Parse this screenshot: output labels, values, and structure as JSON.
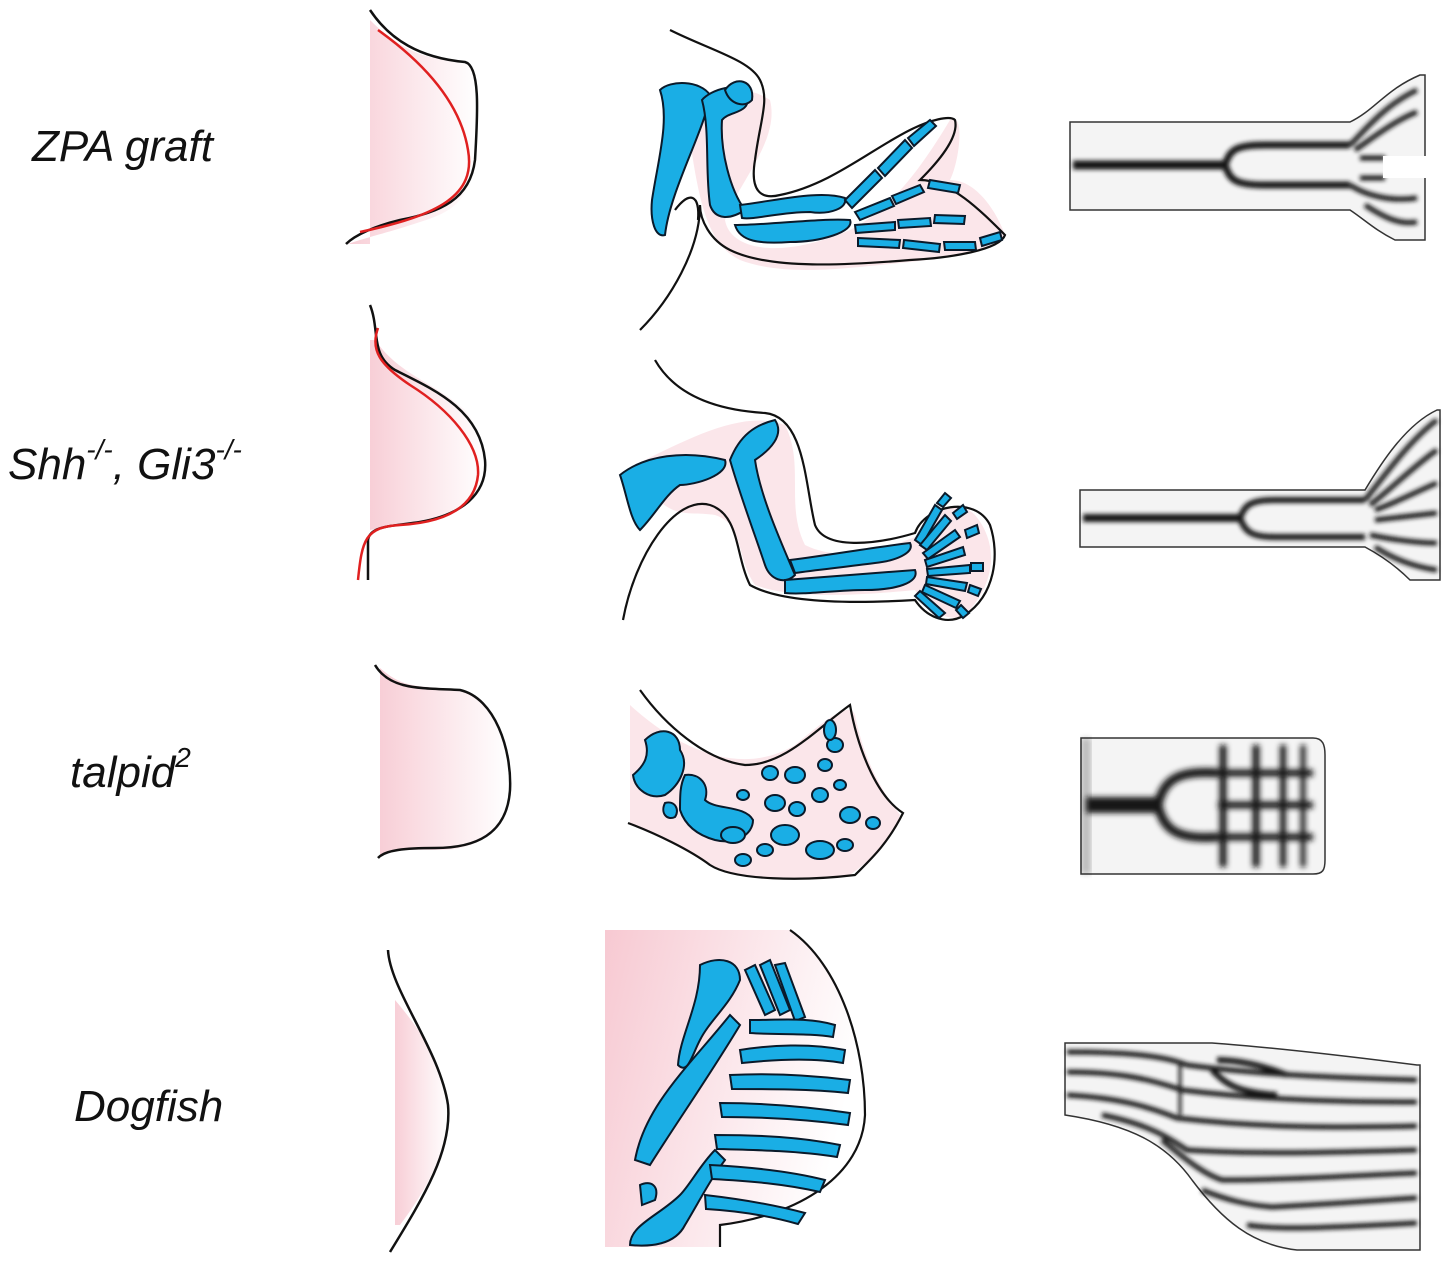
{
  "colors": {
    "outline": "#111111",
    "cartilage_fill": "#1aaee5",
    "cartilage_stroke": "#0a1a2a",
    "tissue_fill": "#fbe6ea",
    "tissue_gradient_edge": "#f7c9d2",
    "expression_curve": "#e02020",
    "stripe_dark": "#151515",
    "stripe_light": "#f4f4f4"
  },
  "rows": [
    {
      "key": "zpa",
      "label_main": "ZPA graft",
      "label_sup1": "",
      "label_mid": "",
      "label_sup2": "",
      "has_expression_curve": true,
      "skeleton_icon": "duplicated-wing-skeleton-icon",
      "pattern_icon": "bifurcating-stripe-pattern-icon"
    },
    {
      "key": "shh-gli3",
      "label_main": "Shh",
      "label_sup1": "-/-",
      "label_mid": ", Gli3",
      "label_sup2": "-/-",
      "has_expression_curve": true,
      "skeleton_icon": "polydactyl-limb-skeleton-icon",
      "pattern_icon": "fanned-stripe-pattern-icon"
    },
    {
      "key": "talpid",
      "label_main": "talpid",
      "label_sup1": "2",
      "label_mid": "",
      "label_sup2": "",
      "has_expression_curve": false,
      "skeleton_icon": "fused-nodule-skeleton-icon",
      "pattern_icon": "spot-lattice-pattern-icon"
    },
    {
      "key": "dogfish",
      "label_main": "Dogfish",
      "label_sup1": "",
      "label_mid": "",
      "label_sup2": "",
      "has_expression_curve": false,
      "skeleton_icon": "fin-radials-skeleton-icon",
      "pattern_icon": "parallel-stripe-pattern-icon"
    }
  ]
}
